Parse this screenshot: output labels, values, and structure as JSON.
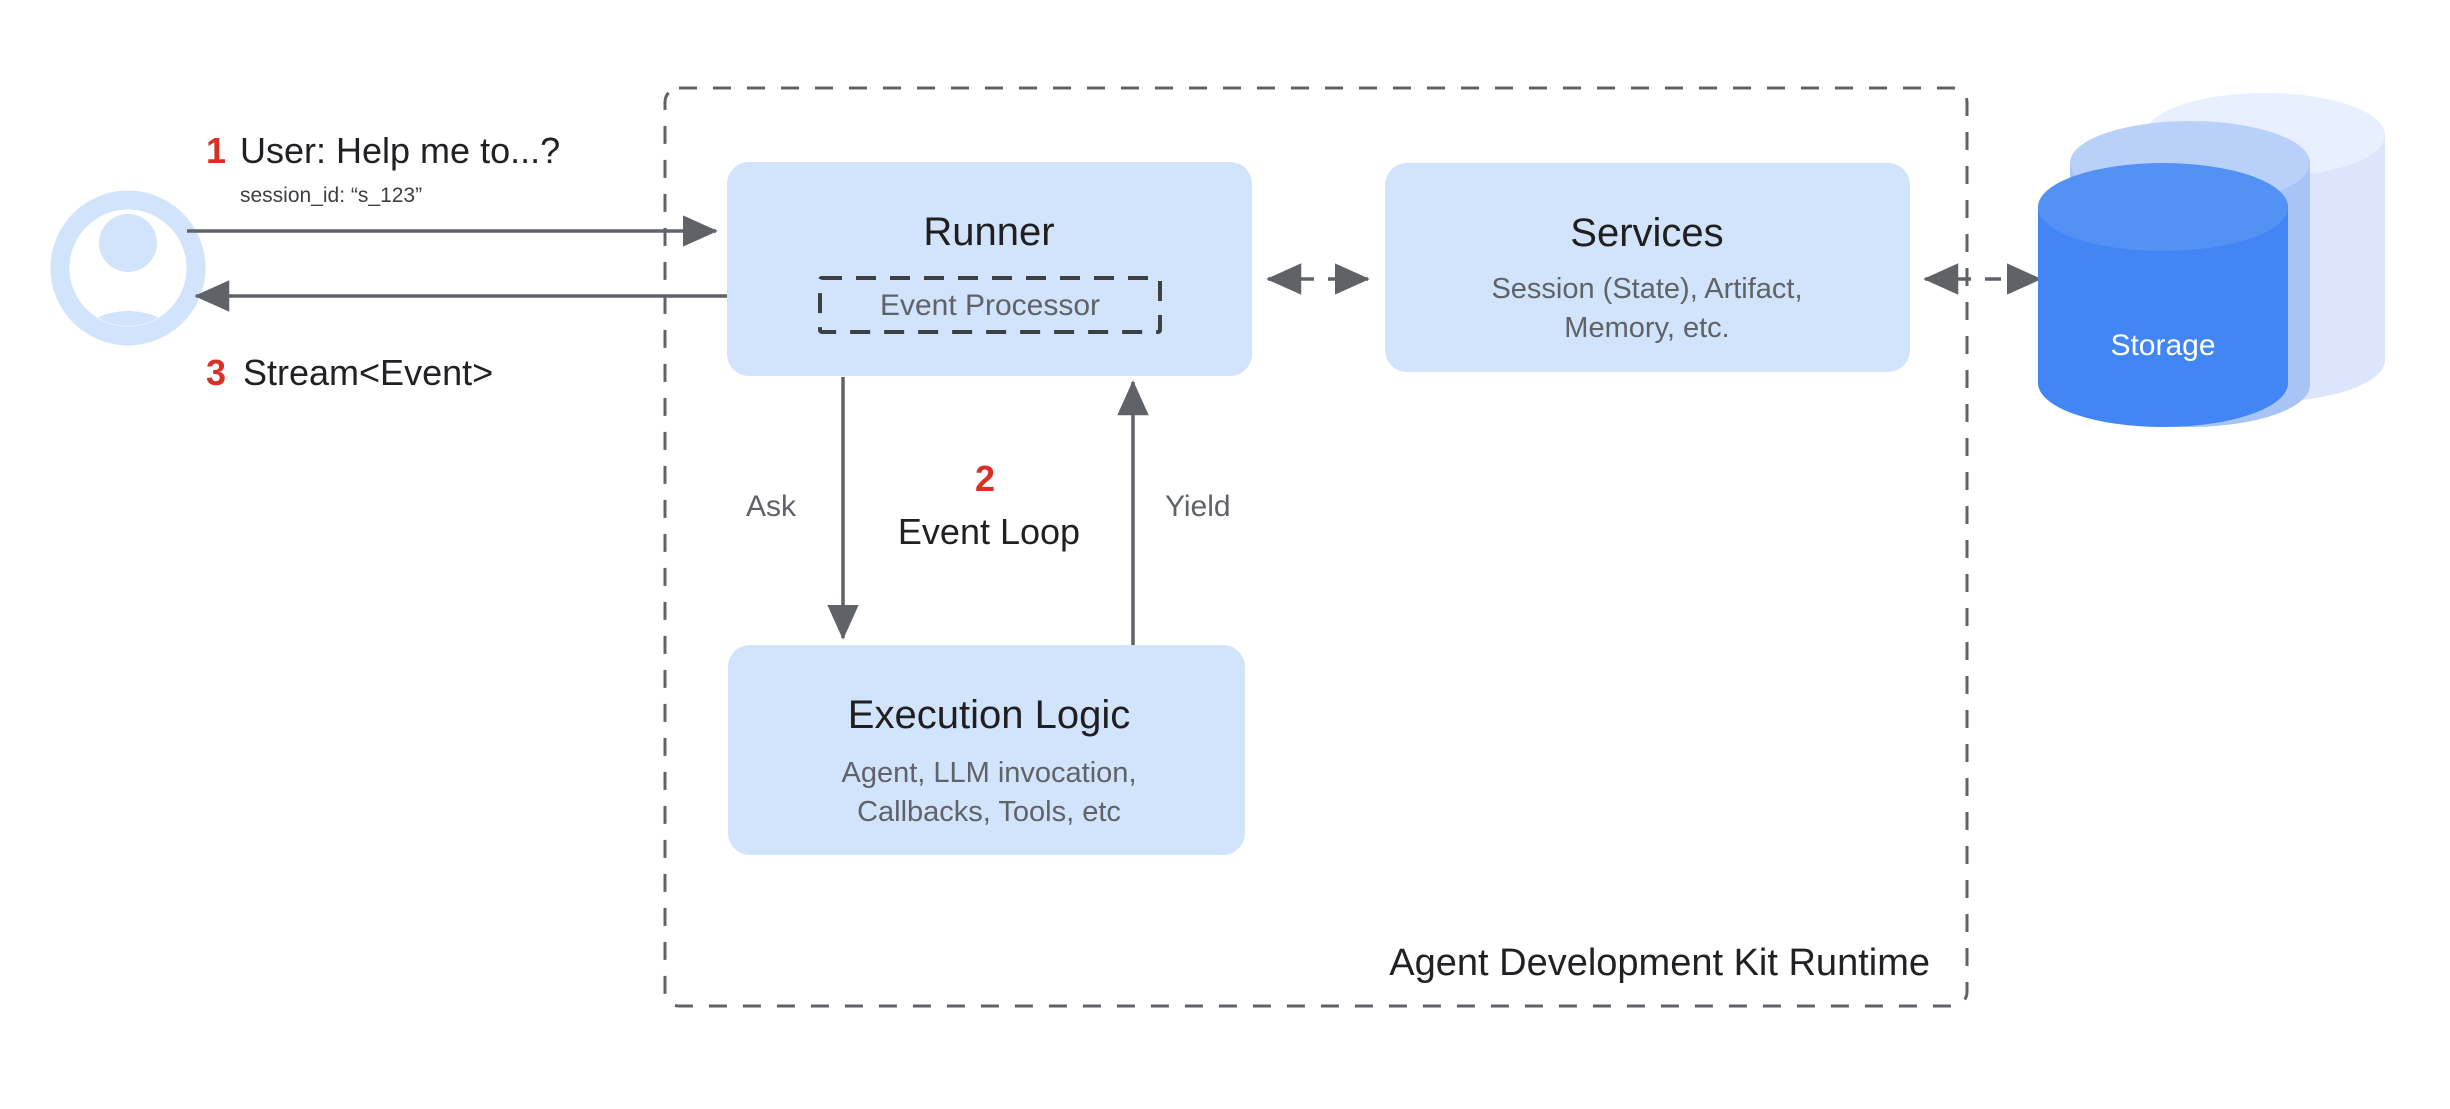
{
  "diagram": {
    "title": "Agent Development Kit Runtime",
    "colors": {
      "box_fill": "#D2E3FC",
      "storage_front": "#4285F4",
      "storage_mid": "#A8C4F5",
      "storage_back": "#DBE6FD",
      "step_number": "#D93025",
      "line": "#5f6368",
      "title_text": "#1f1f1f",
      "subtitle_text": "#5f6368"
    },
    "actor": {
      "name": "user-avatar",
      "icon": "person-icon"
    },
    "steps": [
      {
        "number": "1",
        "label": "User: Help me to...?",
        "sublabel": "session_id: “s_123”"
      },
      {
        "number": "2",
        "label": "Event Loop"
      },
      {
        "number": "3",
        "label": "Stream<Event>"
      }
    ],
    "nodes": {
      "runner": {
        "title": "Runner",
        "inner": "Event Processor"
      },
      "services": {
        "title": "Services",
        "subtitle_line1": "Session (State), Artifact,",
        "subtitle_line2": "Memory, etc."
      },
      "execution_logic": {
        "title": "Execution Logic",
        "subtitle_line1": "Agent, LLM invocation,",
        "subtitle_line2": "Callbacks, Tools, etc"
      },
      "storage": {
        "title": "Storage"
      }
    },
    "edges": {
      "ask": "Ask",
      "yield": "Yield"
    }
  }
}
